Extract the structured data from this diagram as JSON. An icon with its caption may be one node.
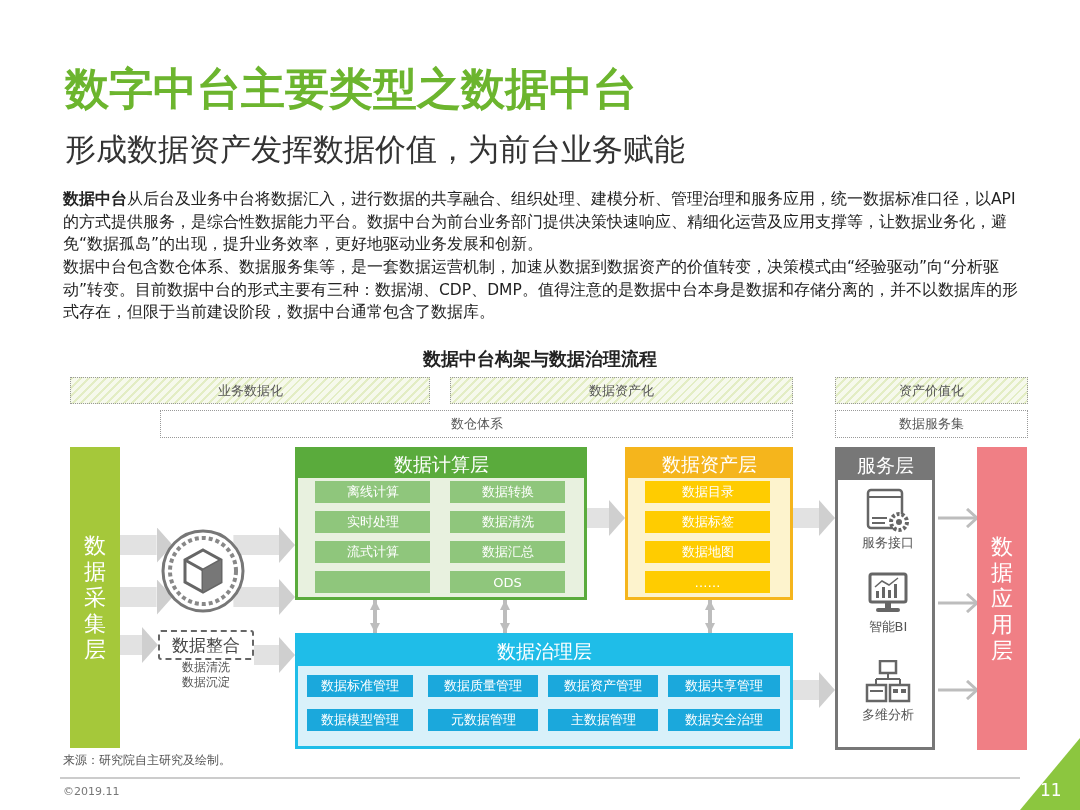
{
  "diagram": {
    "title": "数字中台主要类型之数据中台",
    "nodes": [
      {
        "text": [
          "业务数据化"
        ]
      },
      {
        "text": [
          "数据资产化"
        ]
      },
      {
        "text": [
          "资产价值化"
        ]
      },
      {
        "text": [
          "数仓体系"
        ]
      },
      {
        "text": [
          "数据服务集"
        ]
      },
      {
        "text": [
          "数据采集层"
        ]
      },
      {
        "text": [],
        "shape": "circle"
      },
      {
        "text": [
          "数据整合"
        ],
        "beside": [
          "数据清洗",
          "数据沉淀"
        ]
      },
      {
        "text": [
          "数据计算层"
        ]
      },
      {
        "text": [
          "离线计算"
        ],
        "in": 8
      },
      {
        "text": [
          "数据转换"
        ],
        "in": 8
      },
      {
        "text": [
          "实时处理"
        ],
        "in": 8
      },
      {
        "text": [
          "数据清洗"
        ],
        "in": 8
      },
      {
        "text": [
          "流式计算"
        ],
        "in": 8
      },
      {
        "text": [
          "数据汇总"
        ],
        "in": 8
      },
      {
        "text": [],
        "shape": "box",
        "in": 8
      },
      {
        "text": [
          "ODS"
        ],
        "in": 8
      },
      {
        "text": [
          "数据资产层"
        ]
      },
      {
        "text": [
          "数据目录"
        ],
        "in": 17
      },
      {
        "text": [
          "数据标签"
        ],
        "in": 17
      },
      {
        "text": [
          "数据地图"
        ],
        "in": 17
      },
      {
        "text": [
          "……"
        ],
        "in": 17
      },
      {
        "text": [
          "数据治理层"
        ]
      },
      {
        "text": [
          "数据标准管理"
        ],
        "in": 22
      },
      {
        "text": [
          "数据质量管理"
        ],
        "in": 22
      },
      {
        "text": [
          "数据资产管理"
        ],
        "in": 22
      },
      {
        "text": [
          "数据共享管理"
        ],
        "in": 22
      },
      {
        "text": [
          "数据模型管理"
        ],
        "in": 22
      },
      {
        "text": [
          "元数据管理"
        ],
        "in": 22
      },
      {
        "text": [
          "主数据管理"
        ],
        "in": 22
      },
      {
        "text": [
          "数据安全治理"
        ],
        "in": 22
      },
      {
        "text": [
          "服务层"
        ]
      },
      {
        "text": [
          "服务接口"
        ],
        "in": 31
      },
      {
        "text": [
          "智能BI"
        ],
        "in": 31
      },
      {
        "text": [
          "多维分析"
        ],
        "in": 31
      },
      {
        "text": [
          "数据应用层"
        ]
      }
    ],
    "edges": [
      {
        "from": 5,
        "to": 6,
        "arrow": "to"
      },
      {
        "from": 5,
        "to": 6,
        "arrow": "to"
      },
      {
        "from": 5,
        "to": 7,
        "arrow": "to"
      },
      {
        "from": 6,
        "to": 8,
        "arrow": "to"
      },
      {
        "from": 6,
        "to": 8,
        "arrow": "to"
      },
      {
        "from": 7,
        "to": 22,
        "arrow": "to"
      },
      {
        "from": 8,
        "to": 17,
        "arrow": "to"
      },
      {
        "from": 8,
        "to": 22,
        "arrow": "both"
      },
      {
        "from": 8,
        "to": 22,
        "arrow": "both"
      },
      {
        "from": 17,
        "to": 22,
        "arrow": "both"
      },
      {
        "from": 17,
        "to": 31,
        "arrow": "to"
      },
      {
        "from": 22,
        "to": 31,
        "arrow": "to"
      },
      {
        "from": 32,
        "to": 35,
        "arrow": "to"
      },
      {
        "from": 33,
        "to": 35,
        "arrow": "to"
      },
      {
        "from": 34,
        "to": 35,
        "arrow": "to"
      }
    ],
    "labels": [
      "形成数据资产发挥数据价值，为前台业务赋能",
      "**数据中台**从后台及业务中台将数据汇入，进行数据的共享融合、组织处理、建模分析、管理治理和服务应用，统一数据标准口径，以API的方式提供服务，是综合性数据能力平台。数据中台为前台业务部门提供决策快速响应、精细化运营及应用支撑等，让数据业务化，避免“数据孤岛”的出现，提升业务效率，更好地驱动业务发展和创新。",
      "数据中台包含数仓体系、数据服务集等，是一套数据运营机制，加速从数据到数据资产的价值转变，决策模式由“经验驱动”向“分析驱动”转变。目前数据中台的形式主要有三种：数据湖、CDP、DMP。值得注意的是数据中台本身是数据和存储分离的，并不以数据库的形式存在，但限于当前建设阶段，数据中台通常包含了数据库。",
      "数据中台构架与数据治理流程",
      "来源：研究院自主研究及绘制。",
      "©2019.11",
      "11"
    ]
  }
}
